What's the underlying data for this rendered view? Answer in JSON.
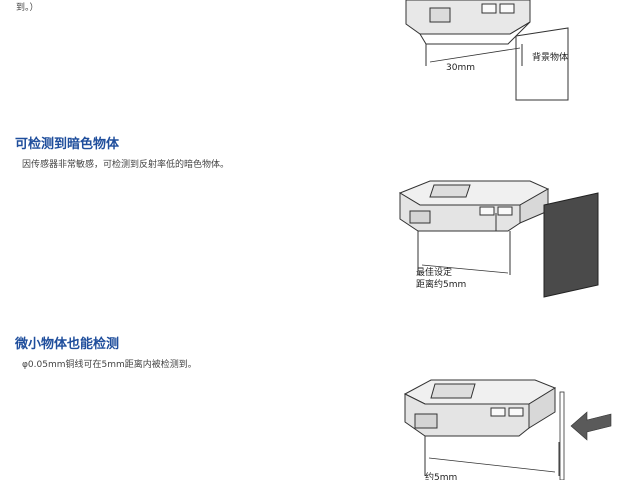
{
  "top": {
    "trailing_text": "到。）"
  },
  "sections": [
    {
      "title": "可检测到暗色物体",
      "desc": "因传感器非常敏感，可检测到反射率低的暗色物体。"
    },
    {
      "title": "微小物体也能检测",
      "desc": "φ0.05mm铜线可在5mm距离内被检测到。"
    }
  ],
  "figures": {
    "fig1": {
      "distance": "30mm",
      "object": "背景物体"
    },
    "fig2": {
      "line1": "最佳设定",
      "line2": "距离约5mm"
    },
    "fig3": {
      "distance": "约5mm"
    }
  },
  "colors": {
    "heading": "#1f4e9c",
    "dark_object": "#4a4a4a"
  }
}
